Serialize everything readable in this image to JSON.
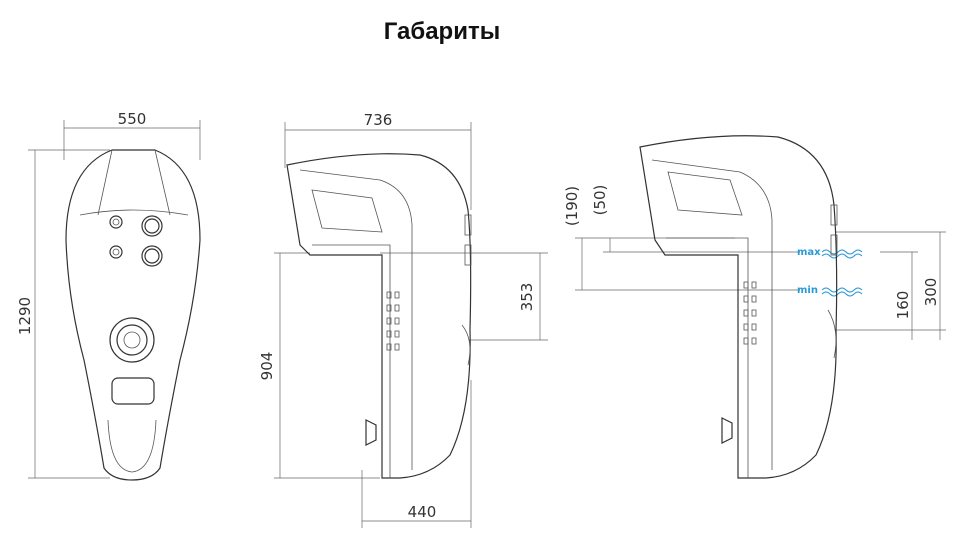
{
  "title": "Габариты",
  "front_view": {
    "width_label": "550",
    "height_label": "1290"
  },
  "side_view": {
    "depth_label": "736",
    "height_label": "904",
    "upper_label": "353",
    "base_label": "440"
  },
  "water_view": {
    "dim_190": "(190)",
    "dim_50": "(50)",
    "max_label": "max",
    "min_label": "min",
    "dim_160": "160",
    "dim_300": "300"
  },
  "colors": {
    "water_level": "#2a9ad6",
    "line": "#333333"
  }
}
